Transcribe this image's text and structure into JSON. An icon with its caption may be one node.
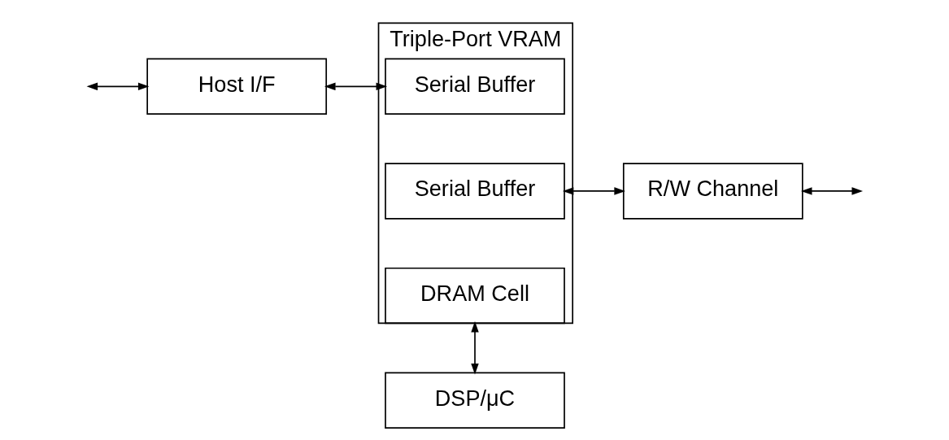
{
  "diagram": {
    "nodes": [
      {
        "text": [
          "Triple-Port VRAM"
        ]
      },
      {
        "text": [
          "Serial Buffer"
        ],
        "in": 0
      },
      {
        "text": [
          "Serial Buffer"
        ],
        "in": 0
      },
      {
        "text": [
          "DRAM Cell"
        ],
        "in": 0
      },
      {
        "text": [
          "Host I/F"
        ]
      },
      {
        "text": [
          "R/W Channel"
        ]
      },
      {
        "text": [
          "DSP/μC"
        ]
      }
    ],
    "edges": [
      {
        "from": null,
        "to": 4,
        "arrow": "both"
      },
      {
        "from": 4,
        "to": 1,
        "arrow": "both"
      },
      {
        "from": 2,
        "to": 5,
        "arrow": "both"
      },
      {
        "from": 5,
        "to": null,
        "arrow": "both"
      },
      {
        "from": 3,
        "to": 6,
        "arrow": "both"
      }
    ]
  }
}
